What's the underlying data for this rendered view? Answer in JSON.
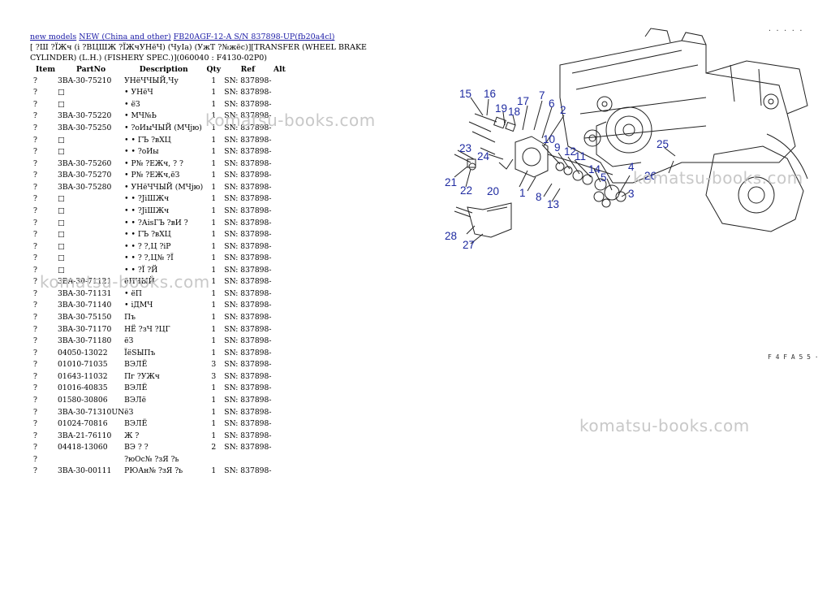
{
  "breadcrumb": {
    "link1": "new models",
    "link2": "NEW (China and other)",
    "link3": "FB20AGF-12-A S/N 837898-UP(fb20a4cl)"
  },
  "title": "[ ?Ш ?ЇЖч (і ?ВЦШЖ ?ЇЖчУНёЧ) (ЧуІа) (УжТ ?№жёс)][TRANSFER (WHEEL BRAKE CYLINDER) (L.H.) (FISHERY SPEC.)](060040 : F4130-02P0)",
  "headers": {
    "item": "Item",
    "part": "PartNo",
    "desc": "Description",
    "qty": "Qty",
    "ref": "Ref",
    "alt": "Alt"
  },
  "rows": [
    {
      "item": "?",
      "part": "3BA-30-75210",
      "desc": "УНёЧЧЫЙ,Чу",
      "qty": "1",
      "ref": "SN: 837898-"
    },
    {
      "item": "?",
      "part": "□",
      "desc": "• УНёЧ",
      "qty": "1",
      "ref": "SN: 837898-"
    },
    {
      "item": "?",
      "part": "□",
      "desc": "• ёЗ",
      "qty": "1",
      "ref": "SN: 837898-"
    },
    {
      "item": "?",
      "part": "3BA-30-75220",
      "desc": "• МЧ№Ь",
      "qty": "1",
      "ref": "SN: 837898-"
    },
    {
      "item": "?",
      "part": "3BA-30-75250",
      "desc": "• ?оИыЧЫЙ (МЧјю)",
      "qty": "1",
      "ref": "SN: 837898-"
    },
    {
      "item": "?",
      "part": "□",
      "desc": "• • ГЪ ?вХЦ",
      "qty": "1",
      "ref": "SN: 837898-"
    },
    {
      "item": "?",
      "part": "□",
      "desc": "• • ?оИы",
      "qty": "1",
      "ref": "SN: 837898-"
    },
    {
      "item": "?",
      "part": "3BA-30-75260",
      "desc": "• Р№ ?ЕЖч, ? ?",
      "qty": "1",
      "ref": "SN: 837898-"
    },
    {
      "item": "?",
      "part": "3BA-30-75270",
      "desc": "• Р№ ?ЕЖч,ёЗ",
      "qty": "1",
      "ref": "SN: 837898-"
    },
    {
      "item": "?",
      "part": "3BA-30-75280",
      "desc": "• УНёЧЧЫЙ (МЧјю)",
      "qty": "1",
      "ref": "SN: 837898-"
    },
    {
      "item": "?",
      "part": "□",
      "desc": "• • ?ЈіШЖч",
      "qty": "1",
      "ref": "SN: 837898-"
    },
    {
      "item": "?",
      "part": "□",
      "desc": "• • ?ЈіШЖч",
      "qty": "1",
      "ref": "SN: 837898-"
    },
    {
      "item": "?",
      "part": "□",
      "desc": "• • ?АisГЪ ?вИ ?",
      "qty": "1",
      "ref": "SN: 837898-"
    },
    {
      "item": "?",
      "part": "□",
      "desc": "• • ГЪ ?вХЦ",
      "qty": "1",
      "ref": "SN: 837898-"
    },
    {
      "item": "?",
      "part": "□",
      "desc": "• • ? ?,Ц ?іР",
      "qty": "1",
      "ref": "SN: 837898-"
    },
    {
      "item": "?",
      "part": "□",
      "desc": "• • ? ?,Ц№ ?Ї",
      "qty": "1",
      "ref": "SN: 837898-"
    },
    {
      "item": "?",
      "part": "□",
      "desc": "• • ?Ї ?Й",
      "qty": "1",
      "ref": "SN: 837898-"
    },
    {
      "item": "?",
      "part": "3BA-30-71121",
      "desc": "ёПЧЫЙ",
      "qty": "1",
      "ref": "SN: 837898-"
    },
    {
      "item": "?",
      "part": "3BA-30-71131",
      "desc": "• ёП",
      "qty": "1",
      "ref": "SN: 837898-"
    },
    {
      "item": "?",
      "part": "3BA-30-71140",
      "desc": "• іДМЧ",
      "qty": "1",
      "ref": "SN: 837898-"
    },
    {
      "item": "?",
      "part": "3BA-30-75150",
      "desc": "Пъ",
      "qty": "1",
      "ref": "SN: 837898-"
    },
    {
      "item": "?",
      "part": "3BA-30-71170",
      "desc": "НЁ ?зЧ ?ЦГ",
      "qty": "1",
      "ref": "SN: 837898-"
    },
    {
      "item": "?",
      "part": "3BA-30-71180",
      "desc": "ёЗ",
      "qty": "1",
      "ref": "SN: 837898-"
    },
    {
      "item": "?",
      "part": "04050-13022",
      "desc": "ЇёЅЫПъ",
      "qty": "1",
      "ref": "SN: 837898-"
    },
    {
      "item": "?",
      "part": "01010-71035",
      "desc": "ВЭЛЁ",
      "qty": "3",
      "ref": "SN: 837898-"
    },
    {
      "item": "?",
      "part": "01643-11032",
      "desc": "Пг ?УЖч",
      "qty": "3",
      "ref": "SN: 837898-"
    },
    {
      "item": "?",
      "part": "01016-40835",
      "desc": "ВЭЛЁ",
      "qty": "1",
      "ref": "SN: 837898-"
    },
    {
      "item": "?",
      "part": "01580-30806",
      "desc": "ВЭЛё",
      "qty": "1",
      "ref": "SN: 837898-"
    },
    {
      "item": "?",
      "part": "3BA-30-71310UN",
      "desc": "ёЗ",
      "qty": "1",
      "ref": "SN: 837898-"
    },
    {
      "item": "?",
      "part": "01024-70816",
      "desc": "ВЭЛЁ",
      "qty": "1",
      "ref": "SN: 837898-"
    },
    {
      "item": "?",
      "part": "3BA-21-76110",
      "desc": "Ж ?",
      "qty": "1",
      "ref": "SN: 837898-"
    },
    {
      "item": "?",
      "part": "04418-13060",
      "desc": "ВЭ ? ?",
      "qty": "2",
      "ref": "SN: 837898-"
    },
    {
      "item": "?",
      "part": "",
      "desc": "?юОс№ ?зЯ ?ь",
      "qty": "",
      "ref": ""
    },
    {
      "item": "?",
      "part": "3BA-30-00111",
      "desc": "РЮАн№ ?зЯ ?ь",
      "qty": "1",
      "ref": "SN: 837898-"
    }
  ],
  "watermark": "komatsu-books.com",
  "diagram": {
    "callouts": [
      "15",
      "16",
      "19",
      "18",
      "17",
      "7",
      "6",
      "2",
      "23",
      "24",
      "10",
      "9",
      "12",
      "11",
      "14",
      "5",
      "4",
      "3",
      "21",
      "22",
      "20",
      "1",
      "8",
      "13",
      "25",
      "26",
      "28",
      "27"
    ],
    "code_top": "· · · · ·",
    "code_bottom": "F 4 F A 5 5 ·"
  }
}
